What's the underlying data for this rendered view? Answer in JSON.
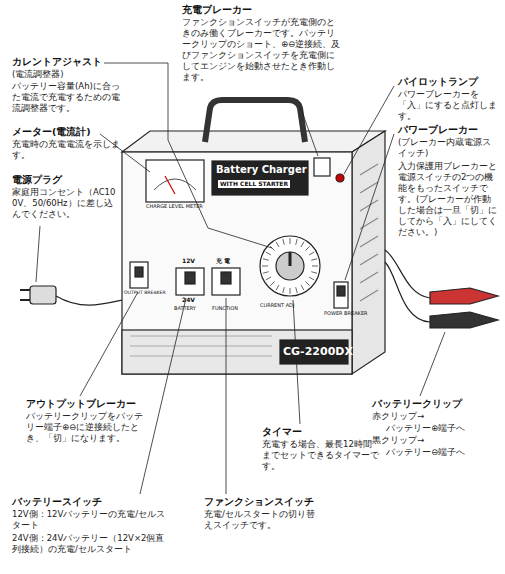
{
  "diagram": {
    "labels": [
      "カレントアジャスト",
      "(電流調整器)",
      "バッテリー容量(Ah)に合った電流で充電するための電流調整器です。",
      "メーター(電流計)",
      "充電時の充電電流を示します。",
      "電源プラグ",
      "家庭用コンセント（AC100V、50/60Hz）に差し込んでください。",
      "充電ブレーカー",
      "ファンクションスイッチが充電側のときのみ働くブレーカーです。バッテリークリップのショート、⊕⊖逆接続、及びファンクションスイッチを充電側にしてエンジンを始動させたとき作動します。",
      "パイロットランプ",
      "パワーブレーカーを「入」にすると点灯します。",
      "パワーブレーカー",
      "(ブレーカー内蔵電源スイッチ)",
      "入力保護用ブレーカーと電源スイッチの2つの機能をもったスイッチです。(ブレーカーが作動した場合は一旦「切」にしてから「入」にしてください。)",
      "バッテリークリップ",
      "赤クリップ→",
      "バッテリー⊕端子へ",
      "黒クリップ→",
      "バッテリー⊖端子へ",
      "アウトプットブレーカー",
      "バッテリークリップをバッテリー端子⊕⊖に逆接続したとき、「切」になります。",
      "タイマー",
      "充電する場合、最長12時間までセットできるタイマーです。",
      "バッテリースイッチ",
      "12V側：12Vバッテリーの充電/セルスタート",
      "24V側：24Vバッテリー（12V×2個直列接続）の充電/セルスタート",
      "ファンクションスイッチ",
      "充電/セルスタートの切り替えスイッチです。",
      "Battery Charger",
      "WITH CELL STARTER",
      "CHARGE LEVEL METER",
      "12V",
      "24V",
      "BATTERY",
      "充 電",
      "FUNCTION",
      "CURRENT ADJ",
      "OUTPUT BREAKER",
      "POWER BREAKER",
      "CG-2200DX"
    ]
  }
}
